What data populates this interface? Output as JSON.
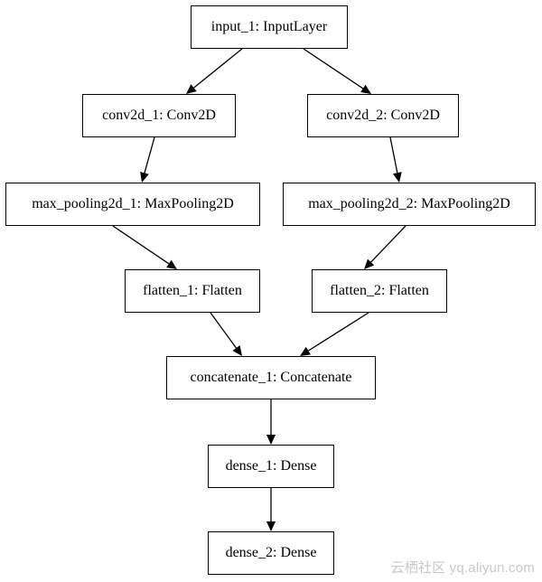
{
  "nodes": {
    "input_1": "input_1: InputLayer",
    "conv2d_1": "conv2d_1: Conv2D",
    "conv2d_2": "conv2d_2: Conv2D",
    "max_pooling2d_1": "max_pooling2d_1: MaxPooling2D",
    "max_pooling2d_2": "max_pooling2d_2: MaxPooling2D",
    "flatten_1": "flatten_1: Flatten",
    "flatten_2": "flatten_2: Flatten",
    "concatenate_1": "concatenate_1: Concatenate",
    "dense_1": "dense_1: Dense",
    "dense_2": "dense_2: Dense"
  },
  "edges": [
    [
      "input_1",
      "conv2d_1"
    ],
    [
      "input_1",
      "conv2d_2"
    ],
    [
      "conv2d_1",
      "max_pooling2d_1"
    ],
    [
      "conv2d_2",
      "max_pooling2d_2"
    ],
    [
      "max_pooling2d_1",
      "flatten_1"
    ],
    [
      "max_pooling2d_2",
      "flatten_2"
    ],
    [
      "flatten_1",
      "concatenate_1"
    ],
    [
      "flatten_2",
      "concatenate_1"
    ],
    [
      "concatenate_1",
      "dense_1"
    ],
    [
      "dense_1",
      "dense_2"
    ]
  ],
  "watermark": "云栖社区 yq.aliyun.com"
}
